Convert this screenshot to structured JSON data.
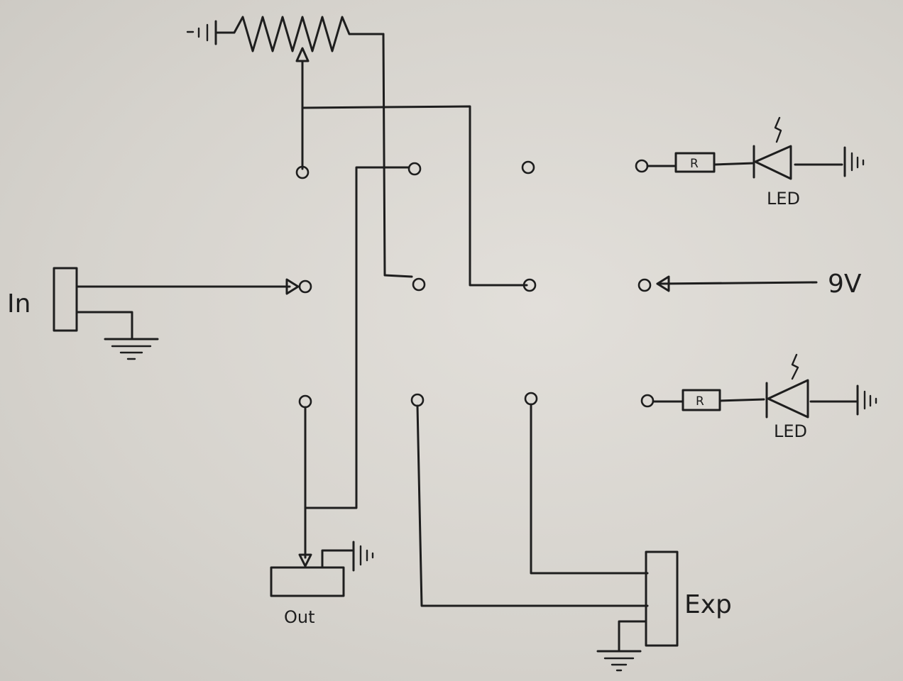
{
  "diagram": {
    "labels": {
      "input_jack": "In",
      "output_jack": "Out",
      "expression_jack": "Exp",
      "supply": "9V",
      "led_top": "LED",
      "led_bottom": "LED",
      "resistor_top": "R",
      "resistor_bottom": "R"
    }
  }
}
